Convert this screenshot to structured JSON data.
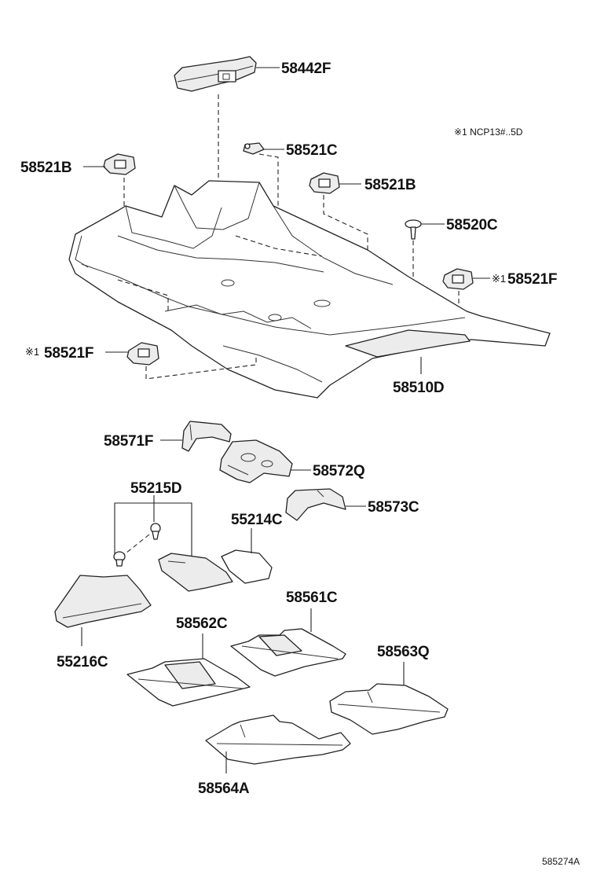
{
  "diagram": {
    "note_text": "※1 NCP13#..5D",
    "diagram_ref": "585274A",
    "labels": {
      "p58442F": "58442F",
      "p58521C": "58521C",
      "p58521B_left": "58521B",
      "p58521B_right": "58521B",
      "p58520C": "58520C",
      "p58521F_right": "58521F",
      "p58521F_left": "58521F",
      "p58510D": "58510D",
      "p58571F": "58571F",
      "p58572Q": "58572Q",
      "p55215D": "55215D",
      "p58573C": "58573C",
      "p55214C": "55214C",
      "p58561C": "58561C",
      "p58562C": "58562C",
      "p55216C": "55216C",
      "p58563Q": "58563Q",
      "p58564A": "58564A"
    },
    "marks": {
      "variant_mark": "※1"
    },
    "colors": {
      "line": "#222222",
      "part_fill": "#ececec",
      "background": "#ffffff"
    }
  }
}
